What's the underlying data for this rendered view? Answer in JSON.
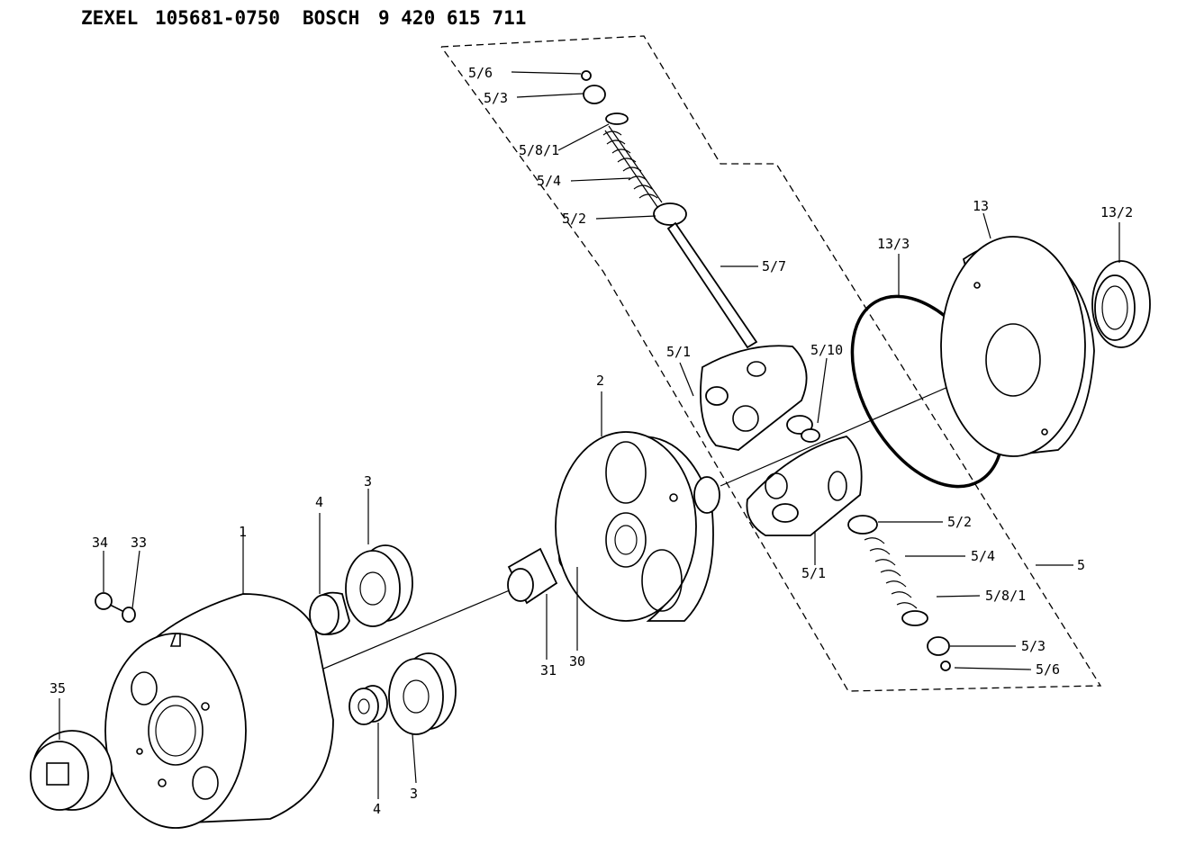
{
  "header": {
    "brand1": "ZEXEL",
    "part1": "105681-0750",
    "brand2": "BOSCH",
    "part2": "9 420 615 711"
  },
  "labels": {
    "p5_6a": "5/6",
    "p5_3a": "5/3",
    "p5_8_1a": "5/8/1",
    "p5_4a": "5/4",
    "p5_2a": "5/2",
    "p5_7": "5/7",
    "p5_1a": "5/1",
    "p5_10": "5/10",
    "p13_3": "13/3",
    "p13": "13",
    "p13_2": "13/2",
    "p2": "2",
    "p5_2b": "5/2",
    "p5_4b": "5/4",
    "p5": "5",
    "p5_1b": "5/1",
    "p5_8_1b": "5/8/1",
    "p5_3b": "5/3",
    "p5_6b": "5/6",
    "p3a": "3",
    "p4a": "4",
    "p34": "34",
    "p33": "33",
    "p1": "1",
    "p31": "31",
    "p30": "30",
    "p35": "35",
    "p4b": "4",
    "p3b": "3"
  },
  "colors": {
    "ink": "#000000",
    "paper": "#ffffff"
  }
}
